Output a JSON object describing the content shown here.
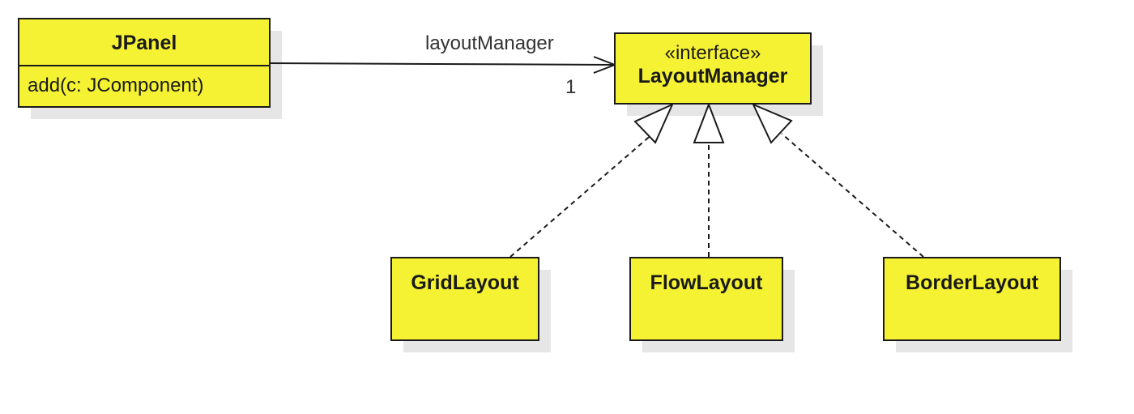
{
  "colors": {
    "box_fill": "#f5f233",
    "box_stroke": "#1a1a1a",
    "shadow": "#e6e6e6",
    "line": "#1a1a1a"
  },
  "jpanel": {
    "name": "JPanel",
    "operation": "add(c: JComponent)"
  },
  "layout_manager": {
    "stereotype": "«interface»",
    "name": "LayoutManager"
  },
  "association": {
    "role": "layoutManager",
    "multiplicity": "1"
  },
  "implementations": [
    {
      "name": "GridLayout"
    },
    {
      "name": "FlowLayout"
    },
    {
      "name": "BorderLayout"
    }
  ]
}
